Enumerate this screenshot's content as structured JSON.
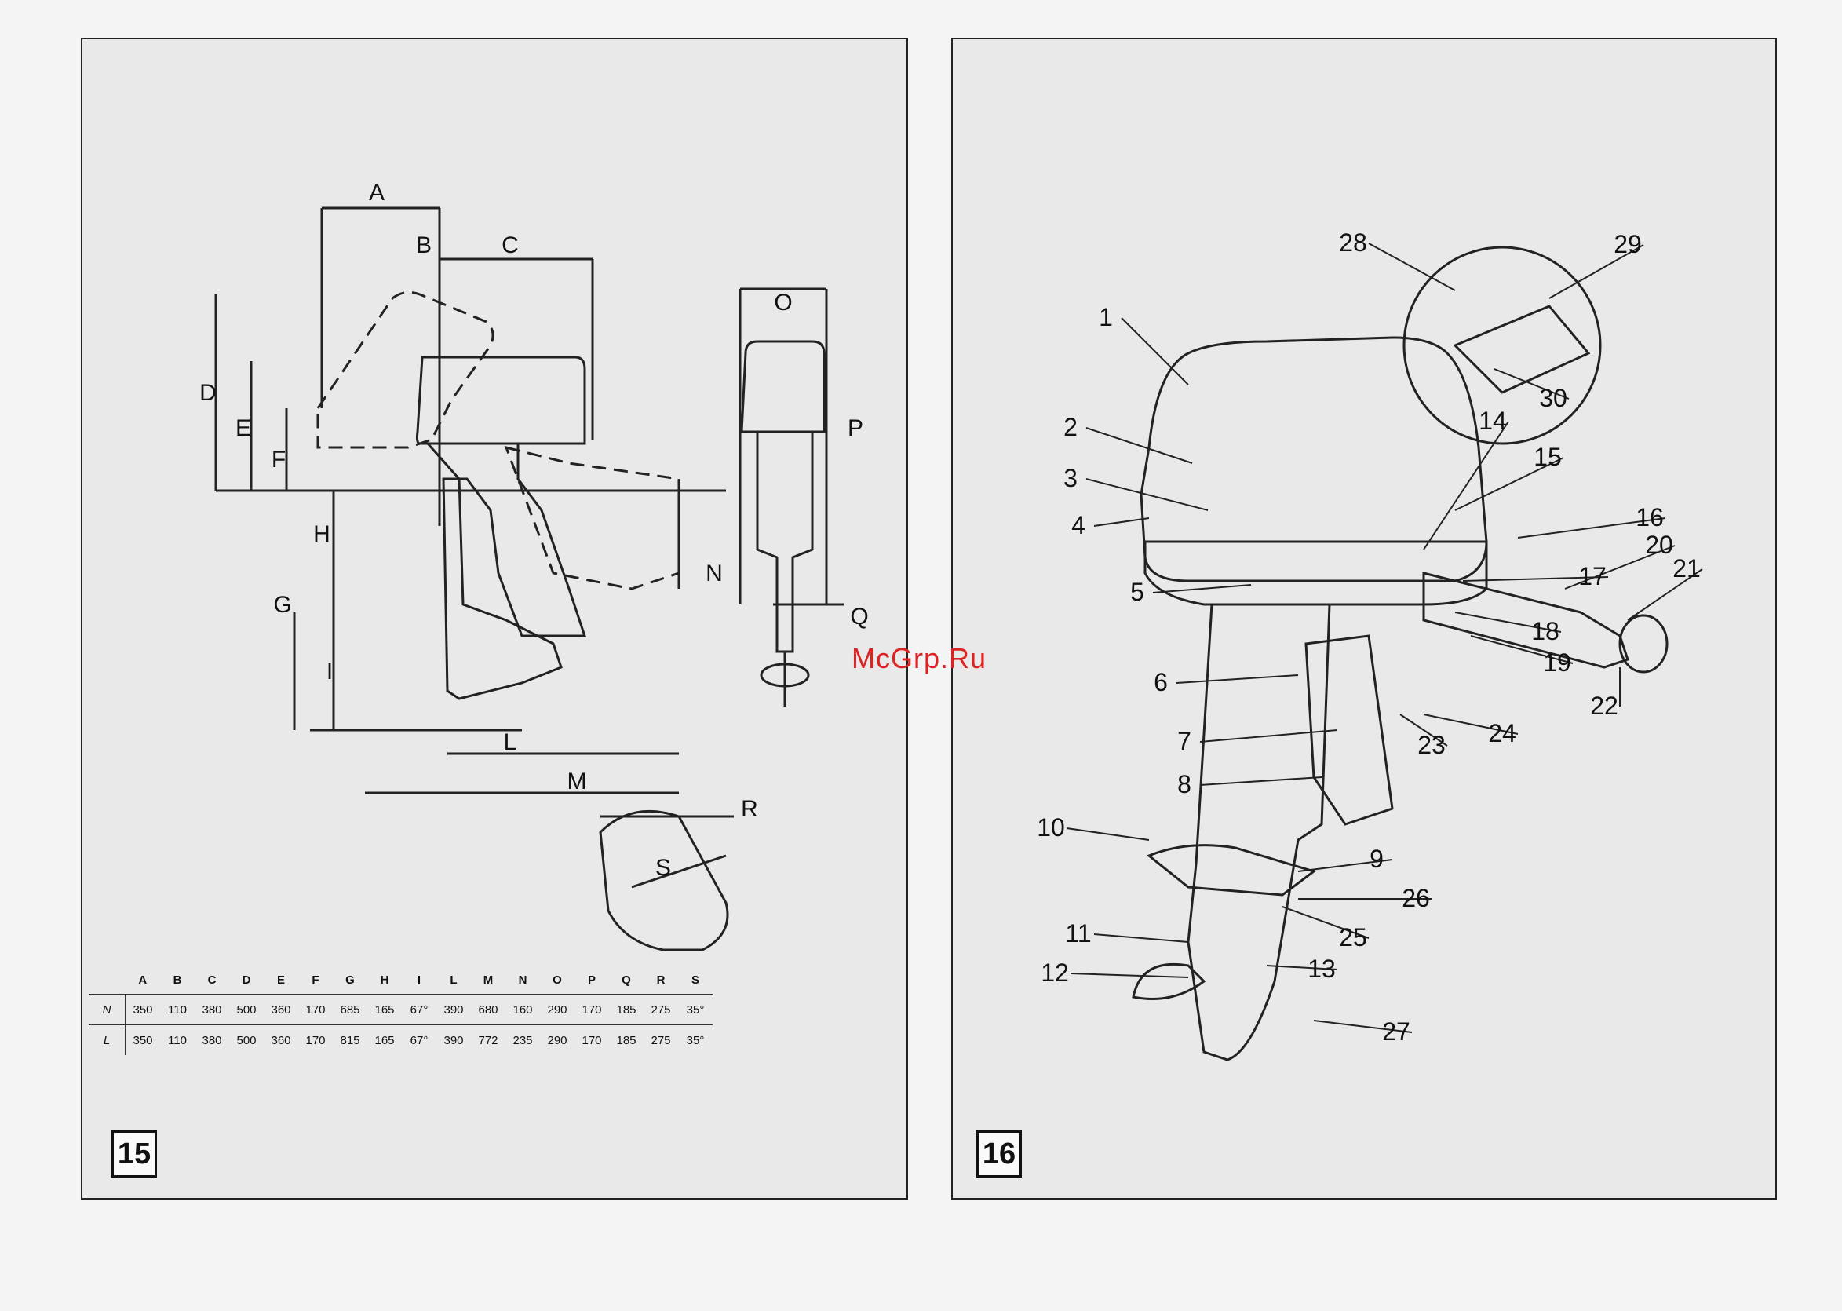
{
  "figures": [
    {
      "number": "15"
    },
    {
      "number": "16"
    }
  ],
  "dimension_labels": [
    "A",
    "B",
    "C",
    "D",
    "E",
    "F",
    "G",
    "H",
    "I",
    "L",
    "M",
    "N",
    "O",
    "P",
    "Q",
    "R",
    "S"
  ],
  "spec_table": {
    "columns": [
      "A",
      "B",
      "C",
      "D",
      "E",
      "F",
      "G",
      "H",
      "I",
      "L",
      "M",
      "N",
      "O",
      "P",
      "Q",
      "R",
      "S"
    ],
    "rows": [
      {
        "label": "N",
        "values": [
          "350",
          "110",
          "380",
          "500",
          "360",
          "170",
          "685",
          "165",
          "67°",
          "390",
          "680",
          "160",
          "290",
          "170",
          "185",
          "275",
          "35°"
        ]
      },
      {
        "label": "L",
        "values": [
          "350",
          "110",
          "380",
          "500",
          "360",
          "170",
          "815",
          "165",
          "67°",
          "390",
          "772",
          "235",
          "290",
          "170",
          "185",
          "275",
          "35°"
        ]
      }
    ]
  },
  "part_labels": [
    "1",
    "2",
    "3",
    "4",
    "5",
    "6",
    "7",
    "8",
    "9",
    "10",
    "11",
    "12",
    "13",
    "14",
    "15",
    "16",
    "17",
    "18",
    "19",
    "20",
    "21",
    "22",
    "23",
    "24",
    "25",
    "26",
    "27",
    "28",
    "29",
    "30"
  ],
  "watermark": "McGrp.Ru"
}
